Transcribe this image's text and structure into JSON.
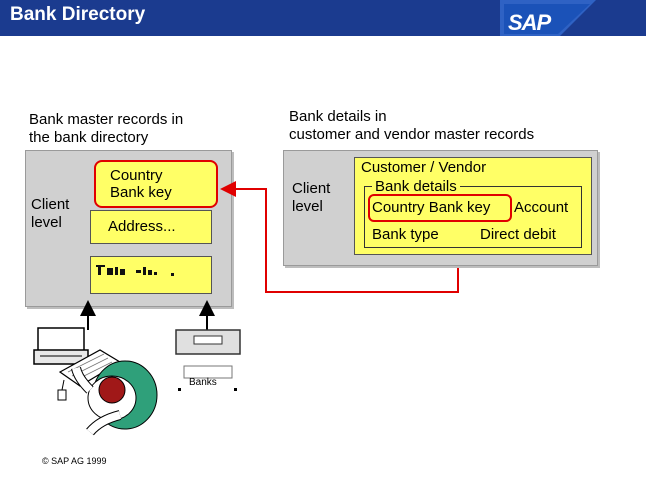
{
  "header": {
    "title": "Bank Directory",
    "logo": "SAP",
    "background": "#1b3b8f"
  },
  "left": {
    "caption_line1": "Bank master records in",
    "caption_line2": "the bank directory",
    "level_line1": "Client",
    "level_line2": "level",
    "key_line1": "Country",
    "key_line2": "Bank key",
    "address": "Address..."
  },
  "right": {
    "caption_line1": "Bank details in",
    "caption_line2": "customer and vendor master records",
    "level_line1": "Client",
    "level_line2": "level",
    "group_title": "Customer / Vendor",
    "group_subtitle": "Bank details",
    "key_label": "Country Bank key",
    "account": "Account",
    "bank_type": "Bank type",
    "direct_debit": "Direct debit"
  },
  "devices": {
    "banks_label": "Banks"
  },
  "footer": {
    "copyright": "SAP AG 1999"
  },
  "colors": {
    "panel": "#d0d0d0",
    "highlight": "#ffff66",
    "link": "#e00000"
  }
}
